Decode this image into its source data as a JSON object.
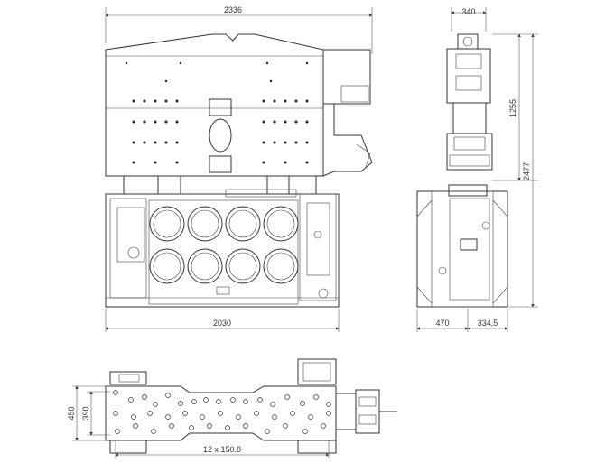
{
  "drawing": {
    "dimensions": {
      "overall_length": "2336",
      "frame_length": "2030",
      "side_width": "340",
      "side_upper_height": "1255",
      "side_total_height": "2477",
      "side_base_left": "470",
      "side_base_right": "334,5",
      "plan_outer_width": "450",
      "plan_inner_width": "390",
      "plan_hole_spacing": "12 x 150.8"
    }
  }
}
